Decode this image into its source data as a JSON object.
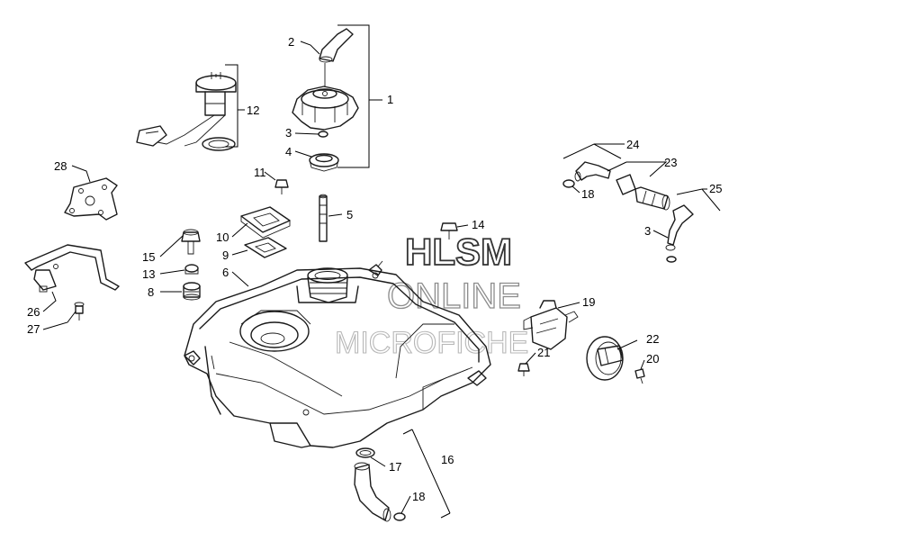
{
  "watermark": {
    "line1": "HLSM",
    "line2": "ONLINE",
    "line3": "MICROFICHE"
  },
  "callouts": {
    "c1": "1",
    "c2": "2",
    "c3a": "3",
    "c3b": "3",
    "c4": "4",
    "c5": "5",
    "c6": "6",
    "c8": "8",
    "c9": "9",
    "c10": "10",
    "c11": "11",
    "c12": "12",
    "c13": "13",
    "c14": "14",
    "c15": "15",
    "c16": "16",
    "c17": "17",
    "c18a": "18",
    "c18b": "18",
    "c19": "19",
    "c20": "20",
    "c21": "21",
    "c22": "22",
    "c23": "23",
    "c24": "24",
    "c25": "25",
    "c26": "26",
    "c27": "27",
    "c28": "28"
  }
}
